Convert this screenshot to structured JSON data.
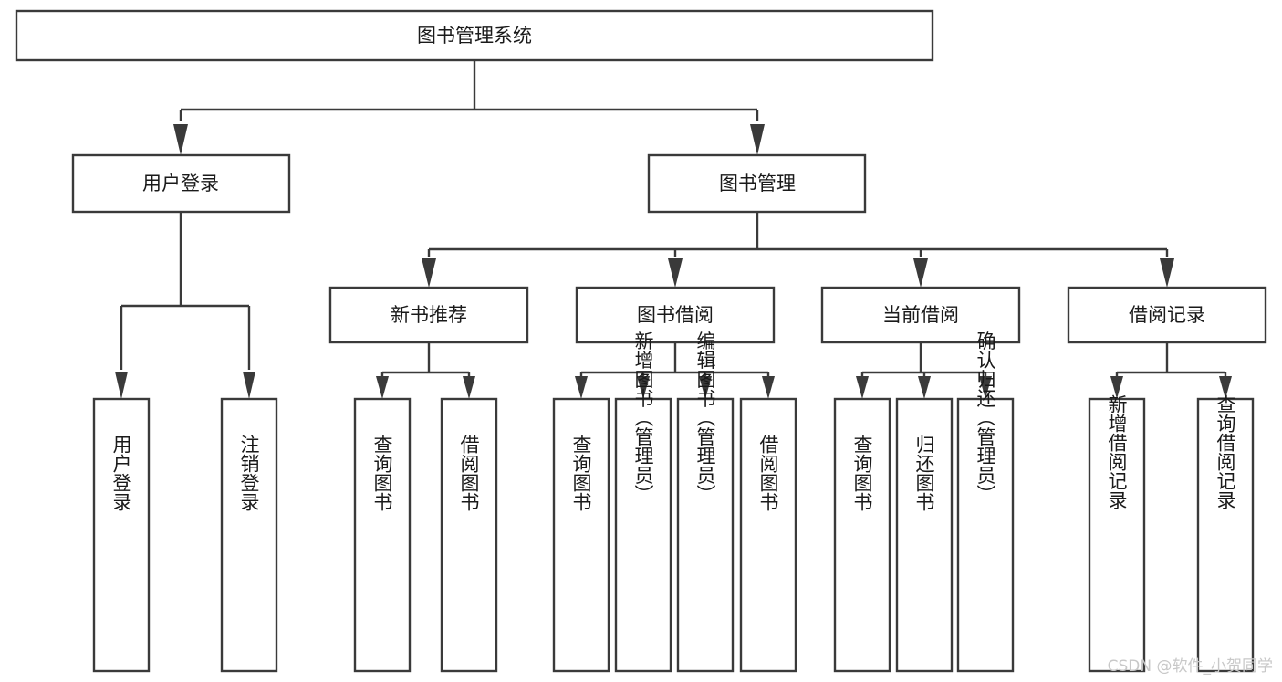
{
  "diagram": {
    "title": "图书管理系统",
    "type": "tree-hierarchy-chart",
    "watermark": "CSDN @软件_小贺同学",
    "nodes": {
      "root": {
        "label": "图书管理系统",
        "orientation": "horizontal"
      },
      "level2": [
        {
          "label": "用户登录",
          "orientation": "horizontal"
        },
        {
          "label": "图书管理",
          "orientation": "horizontal"
        }
      ],
      "level3": [
        {
          "label": "新书推荐",
          "orientation": "horizontal"
        },
        {
          "label": "图书借阅",
          "orientation": "horizontal"
        },
        {
          "label": "当前借阅",
          "orientation": "horizontal"
        },
        {
          "label": "借阅记录",
          "orientation": "horizontal"
        }
      ],
      "leaves": {
        "user_login": [
          {
            "label": "用户登录",
            "orientation": "vertical"
          },
          {
            "label": "注销登录",
            "orientation": "vertical"
          }
        ],
        "new_book_recommend": [
          {
            "label": "查询图书",
            "orientation": "vertical"
          },
          {
            "label": "借阅图书",
            "orientation": "vertical"
          }
        ],
        "book_borrow": [
          {
            "label": "查询图书",
            "orientation": "vertical"
          },
          {
            "label": "新增图书（管理员）",
            "orientation": "vertical"
          },
          {
            "label": "编辑图书（管理员）",
            "orientation": "vertical"
          },
          {
            "label": "借阅图书",
            "orientation": "vertical"
          }
        ],
        "current_borrow": [
          {
            "label": "查询图书",
            "orientation": "vertical"
          },
          {
            "label": "归还图书",
            "orientation": "vertical"
          },
          {
            "label": "确认归还（管理员）",
            "orientation": "vertical"
          }
        ],
        "borrow_record": [
          {
            "label": "新增借阅记录",
            "orientation": "vertical"
          },
          {
            "label": "查询借阅记录",
            "orientation": "vertical"
          }
        ]
      }
    },
    "colors": {
      "stroke": "#3a3a3a",
      "fill": "#ffffff",
      "text": "#1a1a1a",
      "watermark": "#c8c8c8"
    }
  }
}
